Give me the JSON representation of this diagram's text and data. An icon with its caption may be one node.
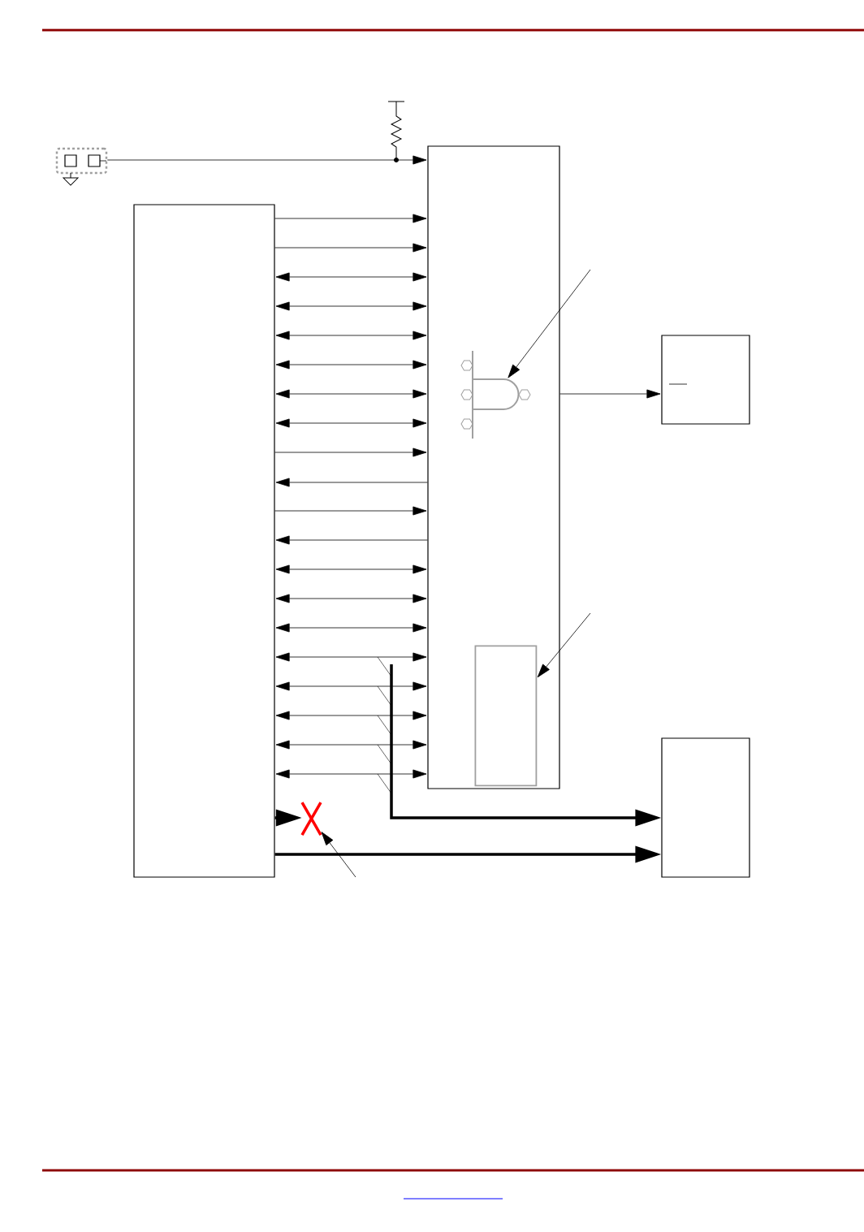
{
  "diagram": {
    "nodes": [
      {
        "text": [],
        "shape": "box"
      },
      {
        "text": [],
        "shape": "box"
      },
      {
        "text": [],
        "shape": "box"
      },
      {
        "text": [],
        "shape": "gate",
        "in": 2
      },
      {
        "text": [],
        "shape": "box",
        "in": 2
      },
      {
        "text": [],
        "shape": "box"
      },
      {
        "text": [],
        "shape": "box"
      },
      {
        "text": [],
        "shape": "cross"
      }
    ],
    "edges": [
      {
        "from": 0,
        "to": 2,
        "arrow": "to"
      },
      {
        "from": 1,
        "to": 2,
        "arrow": "to"
      },
      {
        "from": 1,
        "to": 2,
        "arrow": "to"
      },
      {
        "from": 1,
        "to": 2,
        "arrow": "both"
      },
      {
        "from": 1,
        "to": 2,
        "arrow": "both"
      },
      {
        "from": 1,
        "to": 2,
        "arrow": "both"
      },
      {
        "from": 1,
        "to": 2,
        "arrow": "both"
      },
      {
        "from": 1,
        "to": 2,
        "arrow": "both"
      },
      {
        "from": 1,
        "to": 2,
        "arrow": "both"
      },
      {
        "from": 1,
        "to": 2,
        "arrow": "to"
      },
      {
        "from": 2,
        "to": 1,
        "arrow": "to"
      },
      {
        "from": 1,
        "to": 2,
        "arrow": "to"
      },
      {
        "from": 2,
        "to": 1,
        "arrow": "to"
      },
      {
        "from": 1,
        "to": 2,
        "arrow": "both"
      },
      {
        "from": 1,
        "to": 2,
        "arrow": "both"
      },
      {
        "from": 1,
        "to": 2,
        "arrow": "both"
      },
      {
        "from": 1,
        "to": 2,
        "arrow": "both"
      },
      {
        "from": 1,
        "to": 2,
        "arrow": "both"
      },
      {
        "from": 1,
        "to": 2,
        "arrow": "both"
      },
      {
        "from": 1,
        "to": 2,
        "arrow": "both"
      },
      {
        "from": 1,
        "to": 2,
        "arrow": "both"
      },
      {
        "from": 2,
        "to": 5,
        "arrow": "to"
      },
      {
        "from": 1,
        "to": 7,
        "arrow": "to",
        "style": "thick"
      },
      {
        "from": 1,
        "to": 6,
        "arrow": "to",
        "style": "thick"
      },
      {
        "from": null,
        "to": 6,
        "arrow": "to",
        "style": "thick"
      },
      {
        "from": null,
        "to": 3,
        "arrow": "to"
      },
      {
        "from": null,
        "to": 4,
        "arrow": "to"
      },
      {
        "from": null,
        "to": 7,
        "arrow": "to"
      }
    ]
  }
}
